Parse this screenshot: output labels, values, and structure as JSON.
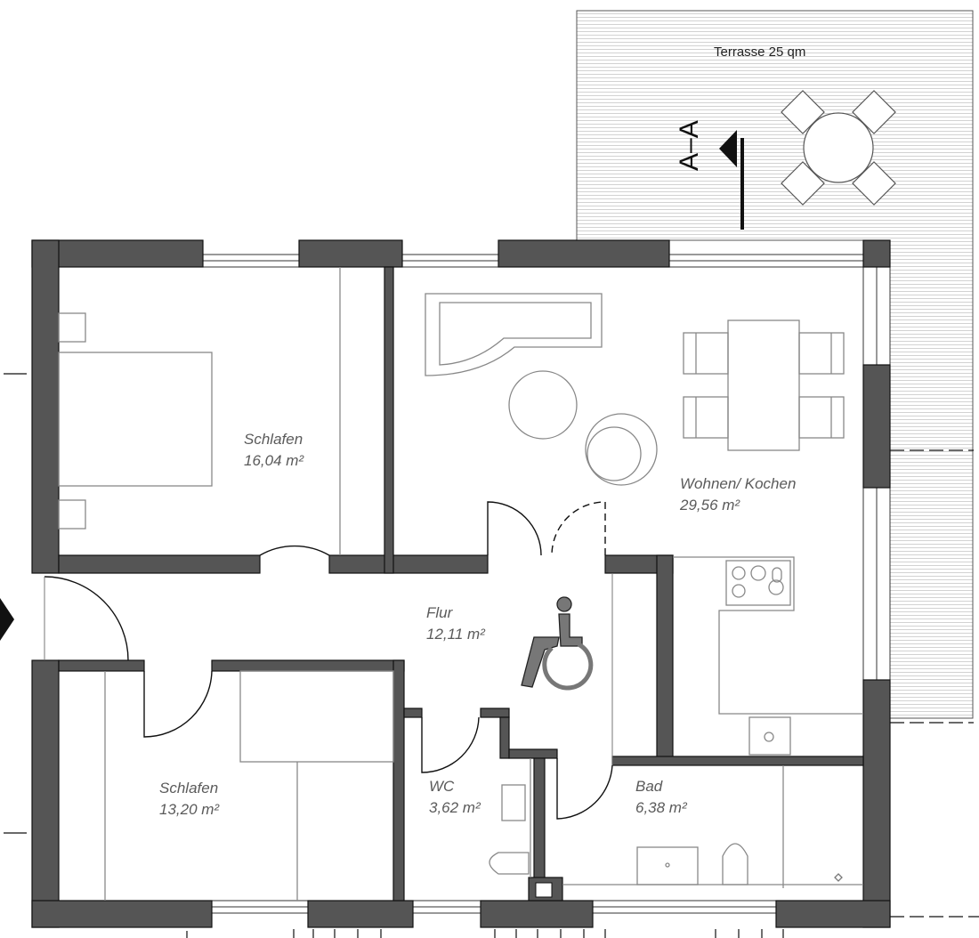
{
  "terrace": {
    "label": "Terrasse 25 qm"
  },
  "section_marker": {
    "label": "A–A"
  },
  "rooms": [
    {
      "name": "Schlafen",
      "area": "16,04 m²"
    },
    {
      "name": "Wohnen/ Kochen",
      "area": "29,56 m²"
    },
    {
      "name": "Flur",
      "area": "12,11 m²"
    },
    {
      "name": "Schlafen",
      "area": "13,20 m²"
    },
    {
      "name": "WC",
      "area": "3,62 m²"
    },
    {
      "name": "Bad",
      "area": "6,38 m²"
    }
  ],
  "colors": {
    "wall": "#555555",
    "wall_stroke": "#111111",
    "furniture": "#888888",
    "terrace_hatch": "#9a9a9a",
    "label": "#5a5a5a"
  },
  "icons": [
    "wheelchair-icon",
    "entrance-arrow-icon",
    "section-arrow-icon"
  ]
}
